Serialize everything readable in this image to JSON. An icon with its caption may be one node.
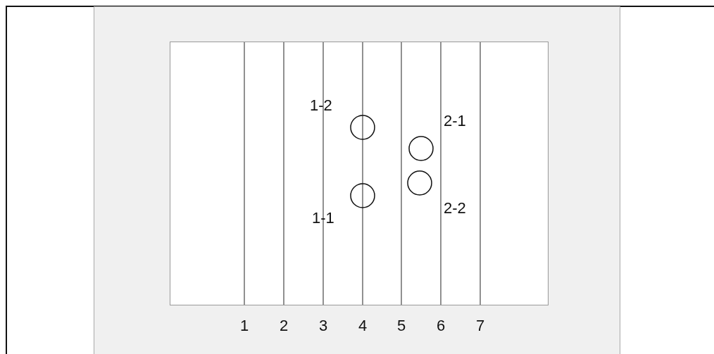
{
  "diagram": {
    "nodes": [
      {
        "text": [],
        "shape": "circle",
        "beside": [
          "1-2"
        ]
      },
      {
        "text": [],
        "shape": "circle",
        "beside": [
          "2-1"
        ]
      },
      {
        "text": [],
        "shape": "circle",
        "beside": [
          "2-2"
        ]
      },
      {
        "text": [],
        "shape": "circle",
        "beside": [
          "1-1"
        ]
      }
    ],
    "labels": [
      "1",
      "2",
      "3",
      "4",
      "5",
      "6",
      "7"
    ]
  }
}
